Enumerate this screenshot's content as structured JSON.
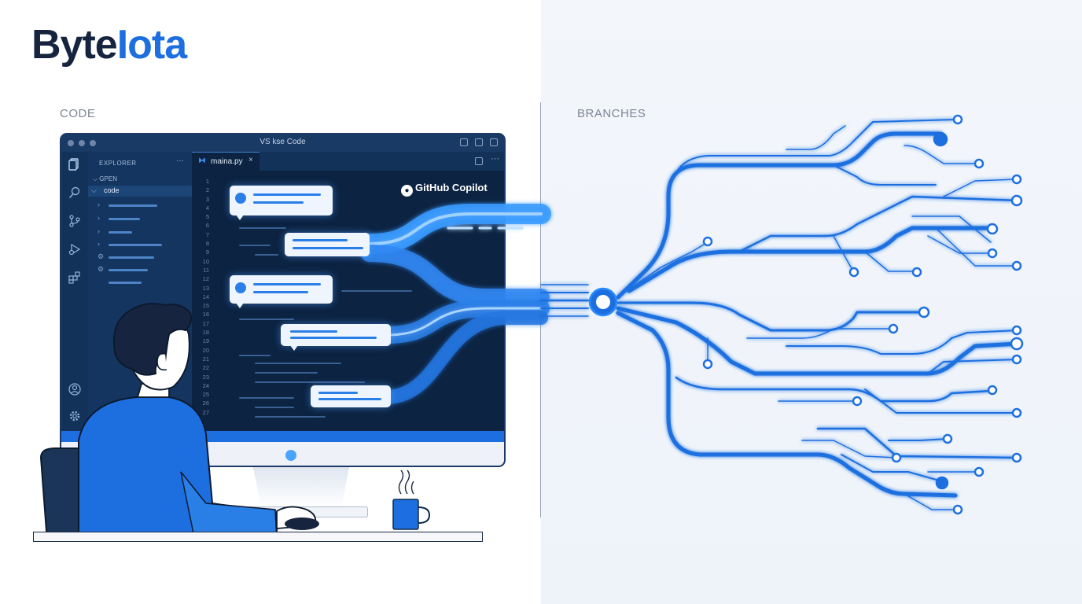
{
  "brand": {
    "name_part1": "Byte",
    "name_part2": "Iota",
    "color_dark": "#16243f",
    "color_accent": "#1d6fe0"
  },
  "labels": {
    "left": "CODE",
    "right": "BRANCHES"
  },
  "window": {
    "title": "VS kse Code"
  },
  "explorer": {
    "title": "EXPLORER",
    "menu": "···",
    "open_section": "GPEN",
    "folder": "code"
  },
  "editor": {
    "tab_name": "maina.py",
    "tab_close": "×",
    "line_numbers": "1 2 3 4 5 6 7 8 9 10 11 12 13 14 15 16 17 18 19 20 21 22 23 24 25 26 27"
  },
  "assistant": {
    "name": "GitHub Copilot"
  },
  "icons": {
    "activity_bar": [
      "files-icon",
      "search-icon",
      "source-control-icon",
      "run-debug-icon",
      "extensions-icon",
      "account-icon",
      "settings-icon"
    ],
    "other": [
      "github-logo-icon",
      "coffee-mug-icon",
      "branch-node-icon"
    ]
  },
  "colors": {
    "primary_blue": "#1d6fe0",
    "glow_blue": "#3a9bff",
    "navy": "#0f2a4d"
  }
}
